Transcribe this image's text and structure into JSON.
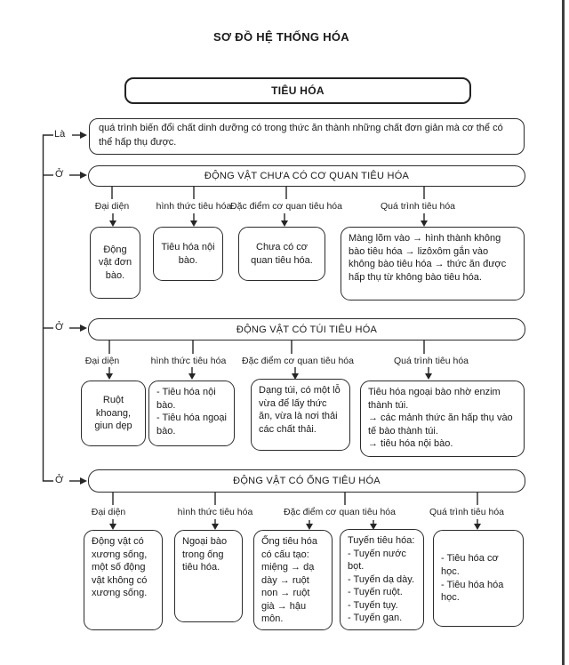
{
  "page": {
    "title": "SƠ ĐỒ HỆ THỐNG HÓA",
    "root": "TIÊU HÓA"
  },
  "branch_labels": {
    "la": "Là",
    "o": "Ở"
  },
  "definition": "quá trình biến đổi chất dinh dưỡng có trong thức ăn thành những chất đơn giản mà cơ thể có thể hấp thụ được.",
  "sections": [
    {
      "header": "ĐỘNG VẬT CHƯA CÓ CƠ QUAN TIÊU HÓA",
      "labels": [
        "Đại diện",
        "hình thức tiêu hóa",
        "Đặc điểm cơ quan tiêu hóa",
        "Quá trình tiêu hóa"
      ],
      "boxes": [
        "Động vật đơn bào.",
        "Tiêu hóa nội bào.",
        "Chưa có cơ quan tiêu hóa.",
        "Màng lõm vào → hình thành không bào tiêu hóa → lizôxôm gắn vào không bào tiêu hóa → thức ăn được hấp thụ từ không bào tiêu hóa."
      ]
    },
    {
      "header": "ĐỘNG VẬT CÓ TÚI TIÊU HÓA",
      "labels": [
        "Đại diện",
        "hình thức tiêu hóa",
        "Đặc điểm cơ quan tiêu hóa",
        "Quá trình tiêu hóa"
      ],
      "boxes": [
        "Ruột khoang, giun dẹp",
        "- Tiêu hóa nội bào.\n- Tiêu hóa ngoại bào.",
        "Dạng túi, có một lỗ vừa để lấy thức ăn, vừa là nơi thải các chất thải.",
        "Tiêu hóa ngoại bào nhờ enzim thành túi.\n→ các mảnh thức ăn hấp thụ vào tế bào thành túi.\n→ tiêu hóa nội bào."
      ]
    },
    {
      "header": "ĐỘNG VẬT CÓ ỐNG TIÊU HÓA",
      "labels": [
        "Đại diện",
        "hình thức tiêu hóa",
        "Đặc điểm cơ quan tiêu hóa",
        "Quá trình tiêu hóa"
      ],
      "boxes": [
        "Động vật có xương sống, một số động vật không có xương sống.",
        "Ngoại bào trong ống tiêu hóa.",
        "Ống tiêu hóa có cấu tạo:\nmiệng → dạ dày → ruột non → ruột già → hậu môn.",
        "Tuyến tiêu hóa:\n- Tuyến nước bọt.\n- Tuyến dạ dày.\n- Tuyến ruột.\n- Tuyến tụy.\n- Tuyến gan.",
        "- Tiêu hóa cơ học.\n- Tiêu hóa hóa học."
      ]
    }
  ],
  "colors": {
    "ink": "#1a1a1a",
    "line": "#262626",
    "background": "#ffffff"
  }
}
